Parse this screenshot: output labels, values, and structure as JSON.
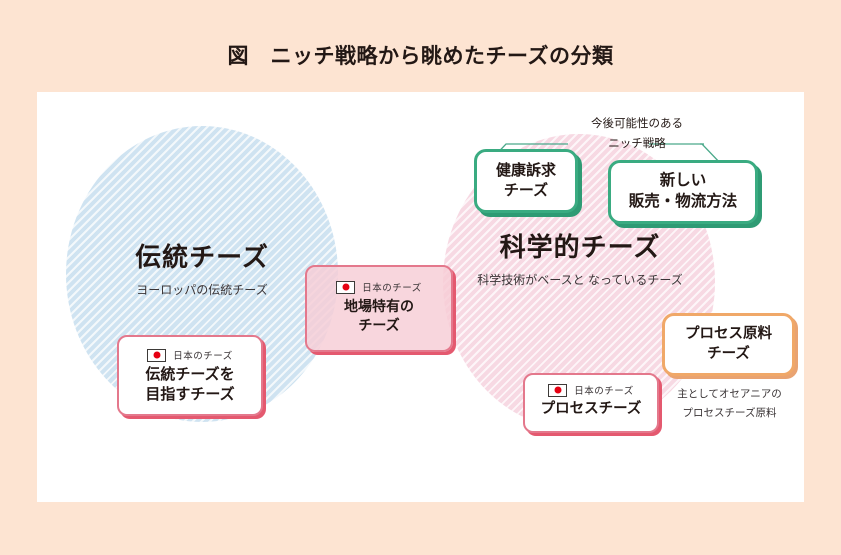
{
  "figure": {
    "title": "図　ニッチ戦略から眺めたチーズの分類"
  },
  "colors": {
    "page_background": "#fde4d2",
    "panel_background": "#ffffff",
    "traditional_circle": "#cfe3f1",
    "scientific_circle": "#f7d9e3",
    "pink_border": "#e4788c",
    "pink_shadow": "#e4596f",
    "green_border": "#3aab81",
    "green_shadow": "#2f9b74",
    "orange_border": "#f0a868",
    "flag_red": "#e60012",
    "text": "#231815"
  },
  "circles": {
    "traditional": {
      "title": "伝統チーズ",
      "subtitle": "ヨーロッパの伝統チーズ"
    },
    "scientific": {
      "title": "科学的チーズ",
      "subtitle": "科学技術がベースと\nなっているチーズ"
    }
  },
  "japan_label": "日本のチーズ",
  "cards": {
    "aim_traditional": {
      "flag_label": "日本のチーズ",
      "title": "伝統チーズを\n目指すチーズ"
    },
    "local_specific": {
      "flag_label": "日本のチーズ",
      "title": "地場特有の\nチーズ"
    },
    "process_cheese": {
      "flag_label": "日本のチーズ",
      "title": "プロセスチーズ"
    },
    "health_appeal": {
      "title": "健康訴求\nチーズ"
    },
    "new_sales": {
      "title": "新しい\n販売・物流方法"
    },
    "process_raw": {
      "title": "プロセス原料\nチーズ"
    }
  },
  "captions": {
    "niche_strategy": "今後可能性のある\nニッチ戦略",
    "oceania": "主としてオセアニアの\nプロセスチーズ原料"
  }
}
